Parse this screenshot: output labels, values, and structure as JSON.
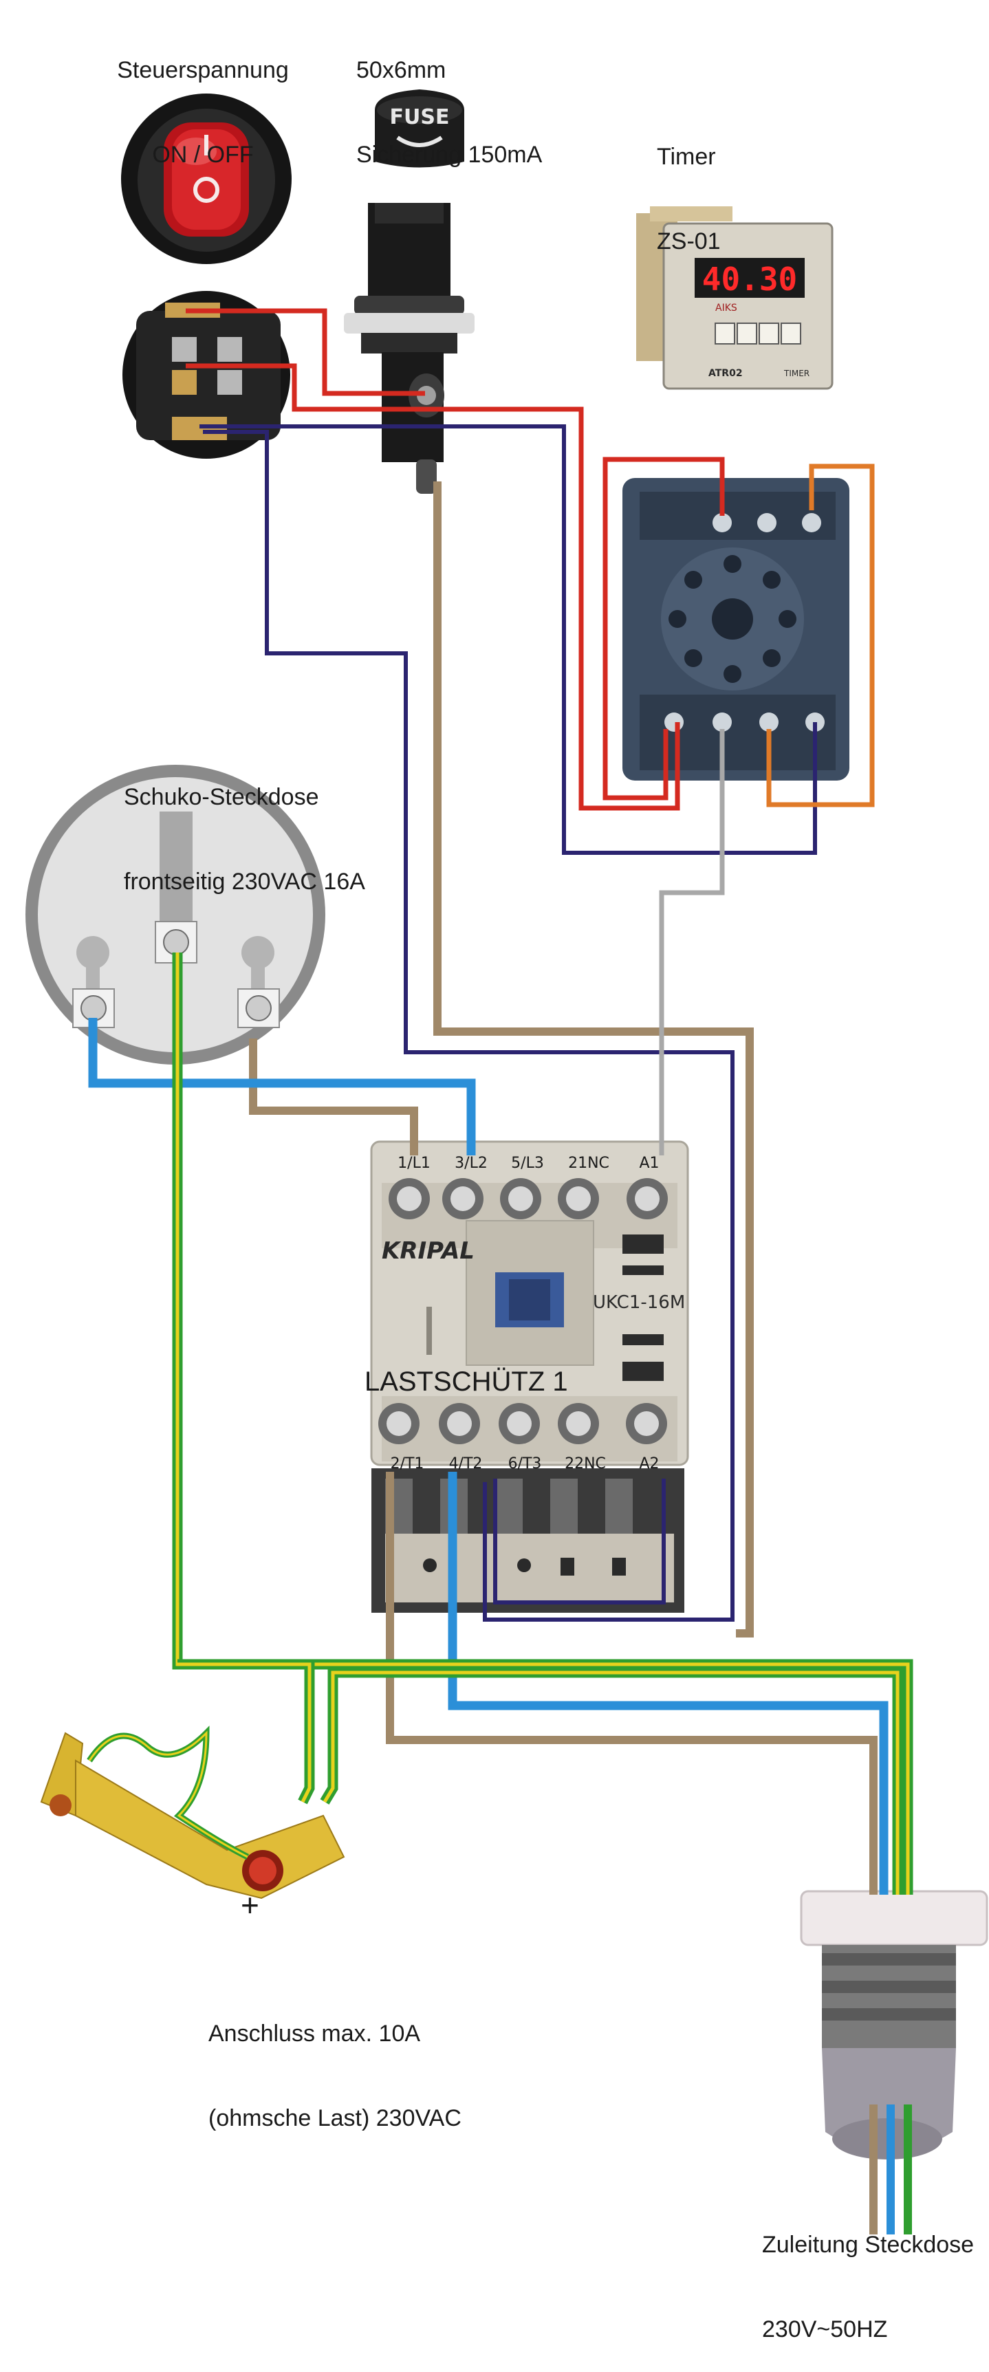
{
  "labels": {
    "switch_line1": "Steuerspannung",
    "switch_line2": "ON / OFF",
    "fuse_line1": "50x6mm",
    "fuse_line2": "Sicherung 150mA",
    "fuse_cap_text": "FUSE",
    "timer_line1": "Timer",
    "timer_line2": "ZS-01",
    "timer_display": "40.30",
    "timer_model": "ATR02",
    "timer_brand": "AIKS",
    "timer_tag": "TIMER",
    "socket_line1": "Schuko-Steckdose",
    "socket_line2": "frontseitig 230VAC 16A",
    "contactor_brand": "KRIPAL",
    "contactor_model": "UKC1-16M",
    "contactor_name": "LASTSCHÜTZ 1",
    "load_line1": "Anschluss max. 10A",
    "load_line2": "(ohmsche Last) 230VAC",
    "plus_sign": "+",
    "feed_line1": "Zuleitung Steckdose",
    "feed_line2": "230V~50HZ"
  },
  "terminals_top": [
    "1/L1",
    "3/L2",
    "5/L3",
    "21NC",
    "A1"
  ],
  "terminals_bottom": [
    "2/T1",
    "4/T2",
    "6/T3",
    "22NC",
    "A2"
  ],
  "colors": {
    "red_wire": "#d42a20",
    "navy_wire": "#2b2470",
    "brown_wire": "#a08868",
    "blue_wire": "#2b8fd8",
    "orange_wire": "#e07a28",
    "grey_wire": "#a8a8a8",
    "green_wire": "#2f9e2f",
    "yellow_wire": "#e8d21c"
  }
}
